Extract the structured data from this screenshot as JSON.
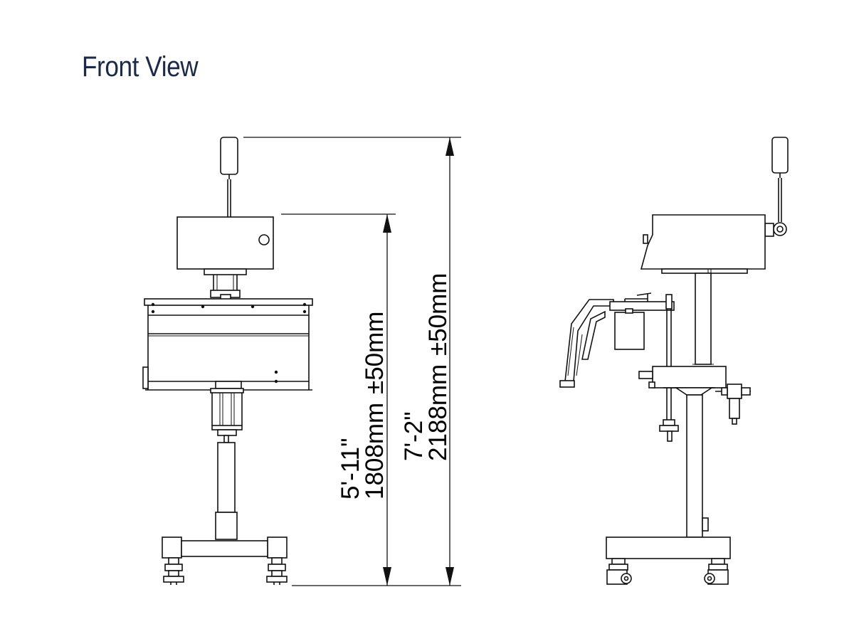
{
  "title": "Front View",
  "dimensions": {
    "machine_height": {
      "imperial": "5'-11\"",
      "metric": "1808mm",
      "tolerance": "±50mm"
    },
    "overall_height": {
      "imperial": "7'-2\"",
      "metric": "2188mm",
      "tolerance": "±50mm"
    }
  },
  "colors": {
    "title": "#1c2a4a",
    "line": "#111111"
  }
}
